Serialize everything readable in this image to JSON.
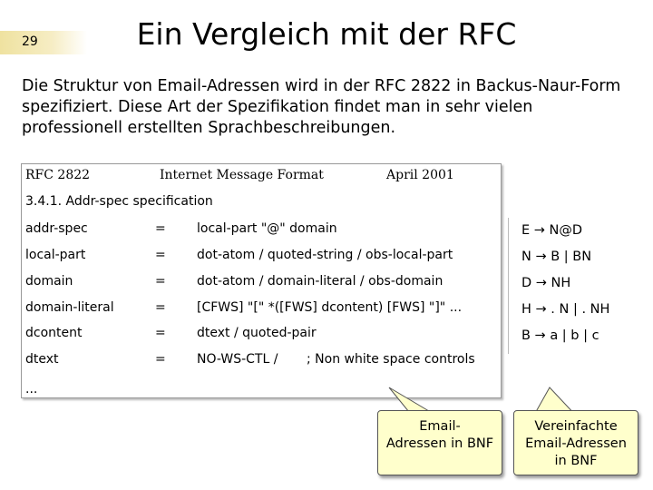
{
  "slide": {
    "number": "29",
    "title": "Ein Vergleich mit der RFC",
    "intro_lines": [
      "Die Struktur von Email-Adressen wird in der RFC 2822 in Backus-Naur-Form",
      "spezifiziert. Diese Art der Spezifikation findet man in sehr vielen",
      "professionell erstellten Sprachbeschreibungen."
    ]
  },
  "rfc": {
    "header_left": "RFC 2822",
    "header_center": "Internet Message Format",
    "header_right": "April 2001",
    "section": "3.4.1. Addr-spec specification",
    "rows": [
      {
        "name": "addr-spec",
        "eq": "=",
        "def": "local-part \"@\" domain",
        "comment": ""
      },
      {
        "name": "local-part",
        "eq": "=",
        "def": "dot-atom / quoted-string / obs-local-part",
        "comment": ""
      },
      {
        "name": "domain",
        "eq": "=",
        "def": "dot-atom / domain-literal / obs-domain",
        "comment": ""
      },
      {
        "name": "domain-literal",
        "eq": "=",
        "def": "[CFWS] \"[\" *([FWS] dcontent) [FWS] \"]\" ...",
        "comment": ""
      },
      {
        "name": "dcontent",
        "eq": "=",
        "def": "dtext / quoted-pair",
        "comment": ""
      },
      {
        "name": "dtext",
        "eq": "=",
        "def": "NO-WS-CTL /",
        "comment": "; Non white space controls"
      }
    ],
    "ellipsis": "..."
  },
  "simplified": [
    "E → N@D",
    "N → B | BN",
    "D → NH",
    "H → . N | . NH",
    "B → a | b | c"
  ],
  "callouts": {
    "left_lines": [
      "Email-",
      "Adressen in BNF"
    ],
    "right_lines": [
      "Vereinfachte",
      "Email-Adressen",
      "in BNF"
    ]
  },
  "colors": {
    "callout_bg": "#ffffcc",
    "slide_number_bar": "#efe2a0"
  }
}
